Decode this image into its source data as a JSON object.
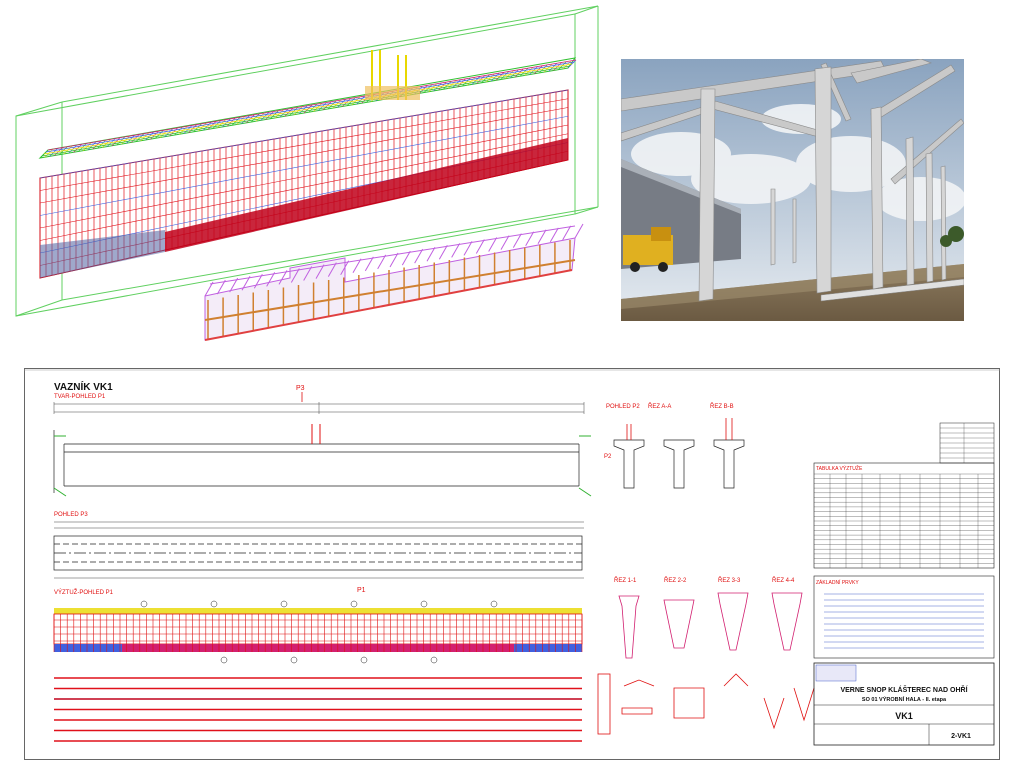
{
  "drawing": {
    "title": "VAZNÍK VK1",
    "view_tvar": "TVAR-POHLED P1",
    "view_p3": "POHLED P3",
    "view_vyztuz": "VÝZTUŽ-POHLED P1",
    "marker_p3": "P3",
    "marker_p1": "P1",
    "marker_p2": "P2",
    "pohled_p2": "POHLED P2",
    "rez_aa": "ŘEZ A-A",
    "rez_bb": "ŘEZ B-B",
    "rez_11": "ŘEZ 1-1",
    "rez_22": "ŘEZ 2-2",
    "rez_33": "ŘEZ 3-3",
    "rez_44": "ŘEZ 4-4",
    "table_header": "TABULKA VÝZTUŽE",
    "notes_header": "ZÁKLADNÍ PRVKY",
    "title_block": {
      "project": "VERNE SNOP KLÁŠTEREC NAD OHŘÍ",
      "subproject": "SO 01 VÝROBNÍ HALA - II. etapa",
      "element": "VK1",
      "drawing_no": "2-VK1"
    }
  },
  "colors": {
    "rebar_red": "#e0101a",
    "rebar_dark_red": "#c0001a",
    "stirrup_magenta": "#d22070",
    "mesh_yellow": "#e8d800",
    "mesh_green": "#30c030",
    "mesh_blue": "#4060e0",
    "slab_violet": "#c060e0",
    "frame_green": "#60d060",
    "column_orange": "#d08030",
    "label_red": "#e01010",
    "sky": "#9fb3c9",
    "ground": "#7d6a50",
    "concrete": "#cfcfcf",
    "crane_yellow": "#e0b020"
  }
}
